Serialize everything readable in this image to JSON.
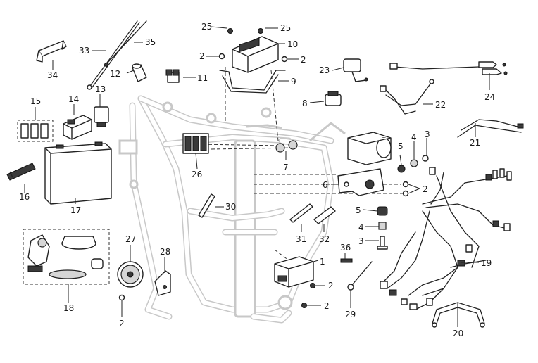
{
  "callouts": {
    "c1": "1",
    "c2a": "2",
    "c2b": "2",
    "c2c": "2",
    "c2d": "2",
    "c2e": "2",
    "c2f": "2",
    "c3a": "3",
    "c3b": "3",
    "c4a": "4",
    "c4b": "4",
    "c5a": "5",
    "c5b": "5",
    "c6": "6",
    "c7": "7",
    "c8": "8",
    "c9": "9",
    "c10": "10",
    "c11": "11",
    "c12": "12",
    "c13": "13",
    "c14": "14",
    "c15": "15",
    "c16": "16",
    "c17": "17",
    "c18": "18",
    "c19": "19",
    "c20": "20",
    "c21": "21",
    "c22": "22",
    "c23": "23",
    "c24": "24",
    "c25a": "25",
    "c25b": "25",
    "c26": "26",
    "c27": "27",
    "c28": "28",
    "c29": "29",
    "c30": "30",
    "c31": "31",
    "c32": "32",
    "c33": "33",
    "c34": "34",
    "c35": "35",
    "c36": "36"
  }
}
